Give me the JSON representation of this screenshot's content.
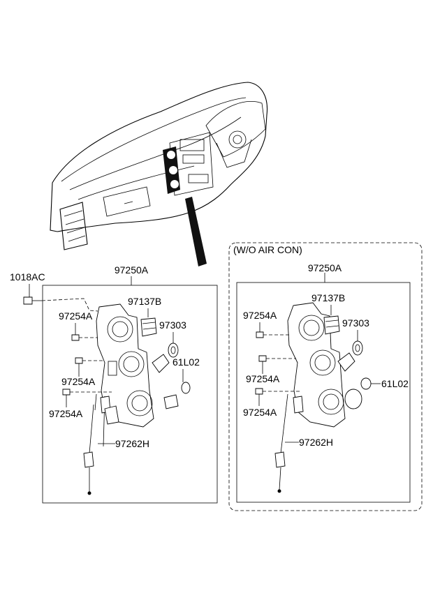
{
  "variant_label": "(W/O AIR CON)",
  "left_group": {
    "assembly": "97250A",
    "screw": "1018AC",
    "cap": "97137B",
    "knob": "97303",
    "bulb": "61L02",
    "screw_a": "97254A",
    "screw_b": "97254A",
    "screw_c": "97254A",
    "cable": "97262H"
  },
  "right_group": {
    "assembly": "97250A",
    "cap": "97137B",
    "knob": "97303",
    "bulb": "61L02",
    "screw_a": "97254A",
    "screw_b": "97254A",
    "screw_c": "97254A",
    "cable": "97262H"
  }
}
